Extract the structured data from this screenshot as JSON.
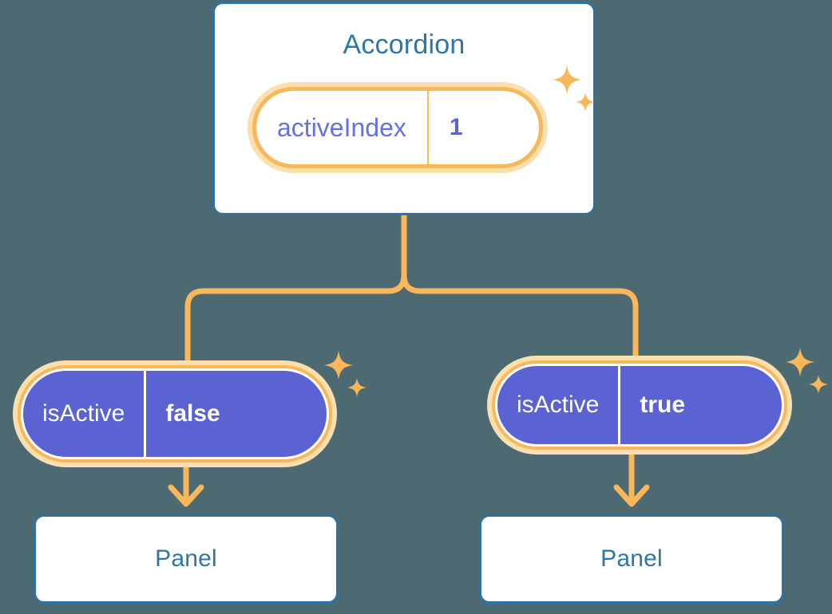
{
  "theme": {
    "background": "#4d6a73",
    "card_border": "#31719e",
    "card_title": "#2f76a8",
    "accent_orange": "#f9b75a",
    "accent_orange_soft": "#fbdfae",
    "prop_purple": "#5b63d3",
    "prop_key_light": "#6670e0",
    "white": "#ffffff"
  },
  "diagram": {
    "type": "component-tree",
    "root": {
      "title": "Accordion",
      "prop": {
        "key": "activeIndex",
        "value": "1"
      }
    },
    "children": [
      {
        "prop": {
          "key": "isActive",
          "value": "false"
        },
        "title": "Panel"
      },
      {
        "prop": {
          "key": "isActive",
          "value": "true"
        },
        "title": "Panel"
      }
    ]
  },
  "icons": {
    "sparkle": "sparkle-icon",
    "arrow_down": "arrow-down-icon"
  }
}
